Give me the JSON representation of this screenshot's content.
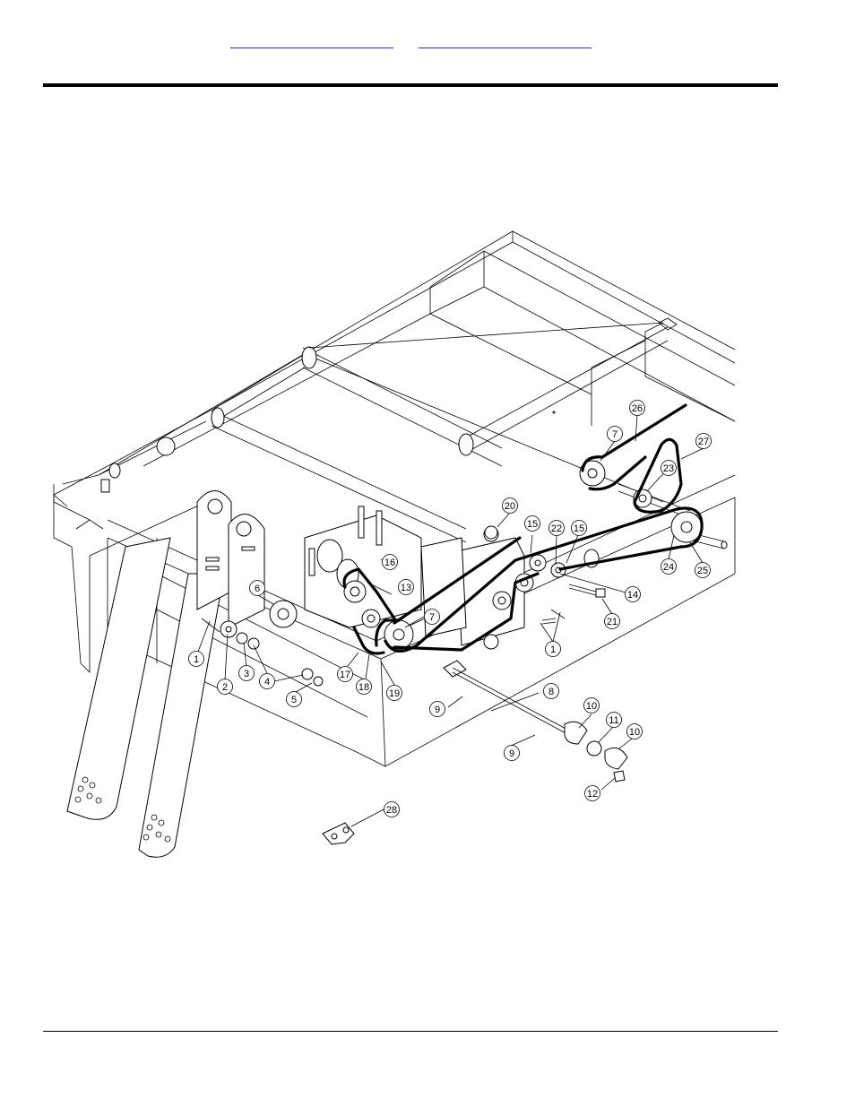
{
  "header": {
    "link_1": "",
    "link_2": ""
  },
  "callouts": [
    {
      "id": "c1a",
      "label": "1"
    },
    {
      "id": "c2",
      "label": "2"
    },
    {
      "id": "c3",
      "label": "3"
    },
    {
      "id": "c4",
      "label": "4"
    },
    {
      "id": "c5",
      "label": "5"
    },
    {
      "id": "c6",
      "label": "6"
    },
    {
      "id": "c7a",
      "label": "7"
    },
    {
      "id": "c7b",
      "label": "7"
    },
    {
      "id": "c8",
      "label": "8"
    },
    {
      "id": "c9a",
      "label": "9"
    },
    {
      "id": "c9b",
      "label": "9"
    },
    {
      "id": "c10a",
      "label": "10"
    },
    {
      "id": "c10b",
      "label": "10"
    },
    {
      "id": "c11",
      "label": "11"
    },
    {
      "id": "c12",
      "label": "12"
    },
    {
      "id": "c13",
      "label": "13"
    },
    {
      "id": "c14",
      "label": "14"
    },
    {
      "id": "c15a",
      "label": "15"
    },
    {
      "id": "c15b",
      "label": "15"
    },
    {
      "id": "c16",
      "label": "16"
    },
    {
      "id": "c17",
      "label": "17"
    },
    {
      "id": "c18",
      "label": "18"
    },
    {
      "id": "c19",
      "label": "19"
    },
    {
      "id": "c20",
      "label": "20"
    },
    {
      "id": "c21",
      "label": "21"
    },
    {
      "id": "c22",
      "label": "22"
    },
    {
      "id": "c23",
      "label": "23"
    },
    {
      "id": "c24",
      "label": "24"
    },
    {
      "id": "c25",
      "label": "25"
    },
    {
      "id": "c26",
      "label": "26"
    },
    {
      "id": "c27",
      "label": "27"
    },
    {
      "id": "c28",
      "label": "28"
    },
    {
      "id": "c1b",
      "label": "1"
    }
  ]
}
